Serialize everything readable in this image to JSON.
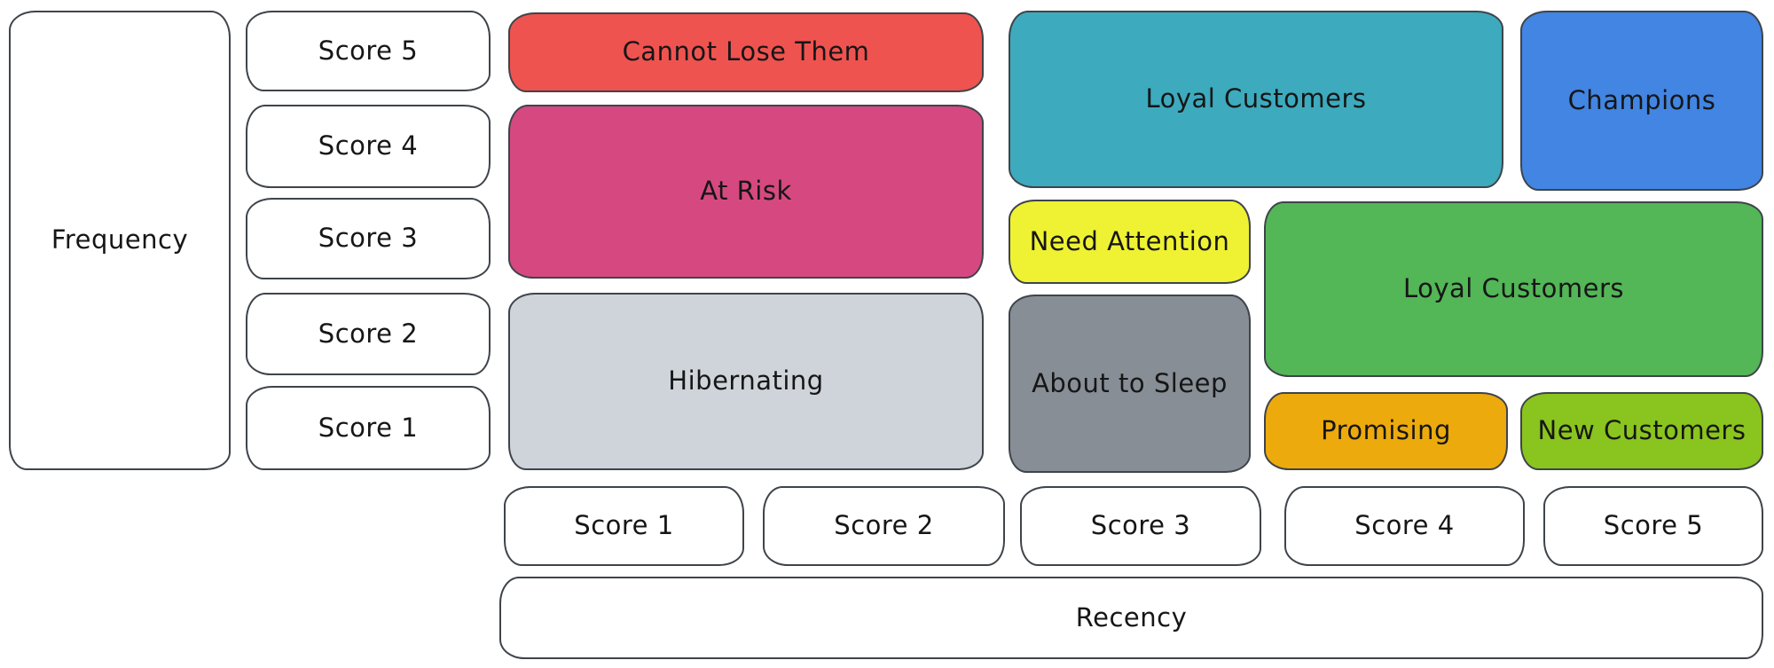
{
  "frequency_axis": {
    "label": "Frequency",
    "scores": [
      "Score 5",
      "Score 4",
      "Score 3",
      "Score 2",
      "Score 1"
    ]
  },
  "recency_axis": {
    "label": "Recency",
    "scores": [
      "Score 1",
      "Score 2",
      "Score 3",
      "Score 4",
      "Score 5"
    ]
  },
  "segments": {
    "cannot_lose_them": {
      "label": "Cannot Lose Them",
      "color": "#ef5350"
    },
    "at_risk": {
      "label": "At Risk",
      "color": "#d64980"
    },
    "hibernating": {
      "label": "Hibernating",
      "color": "#ced4da"
    },
    "loyal_customers_top": {
      "label": "Loyal Customers",
      "color": "#3daabe"
    },
    "champions": {
      "label": "Champions",
      "color": "#4285e2"
    },
    "need_attention": {
      "label": "Need Attention",
      "color": "#eff233"
    },
    "loyal_customers_mid": {
      "label": "Loyal Customers",
      "color": "#53b657"
    },
    "about_to_sleep": {
      "label": "About to Sleep",
      "color": "#878e96"
    },
    "promising": {
      "label": "Promising",
      "color": "#ecaa0d"
    },
    "new_customers": {
      "label": "New Customers",
      "color": "#8ac41e"
    }
  }
}
